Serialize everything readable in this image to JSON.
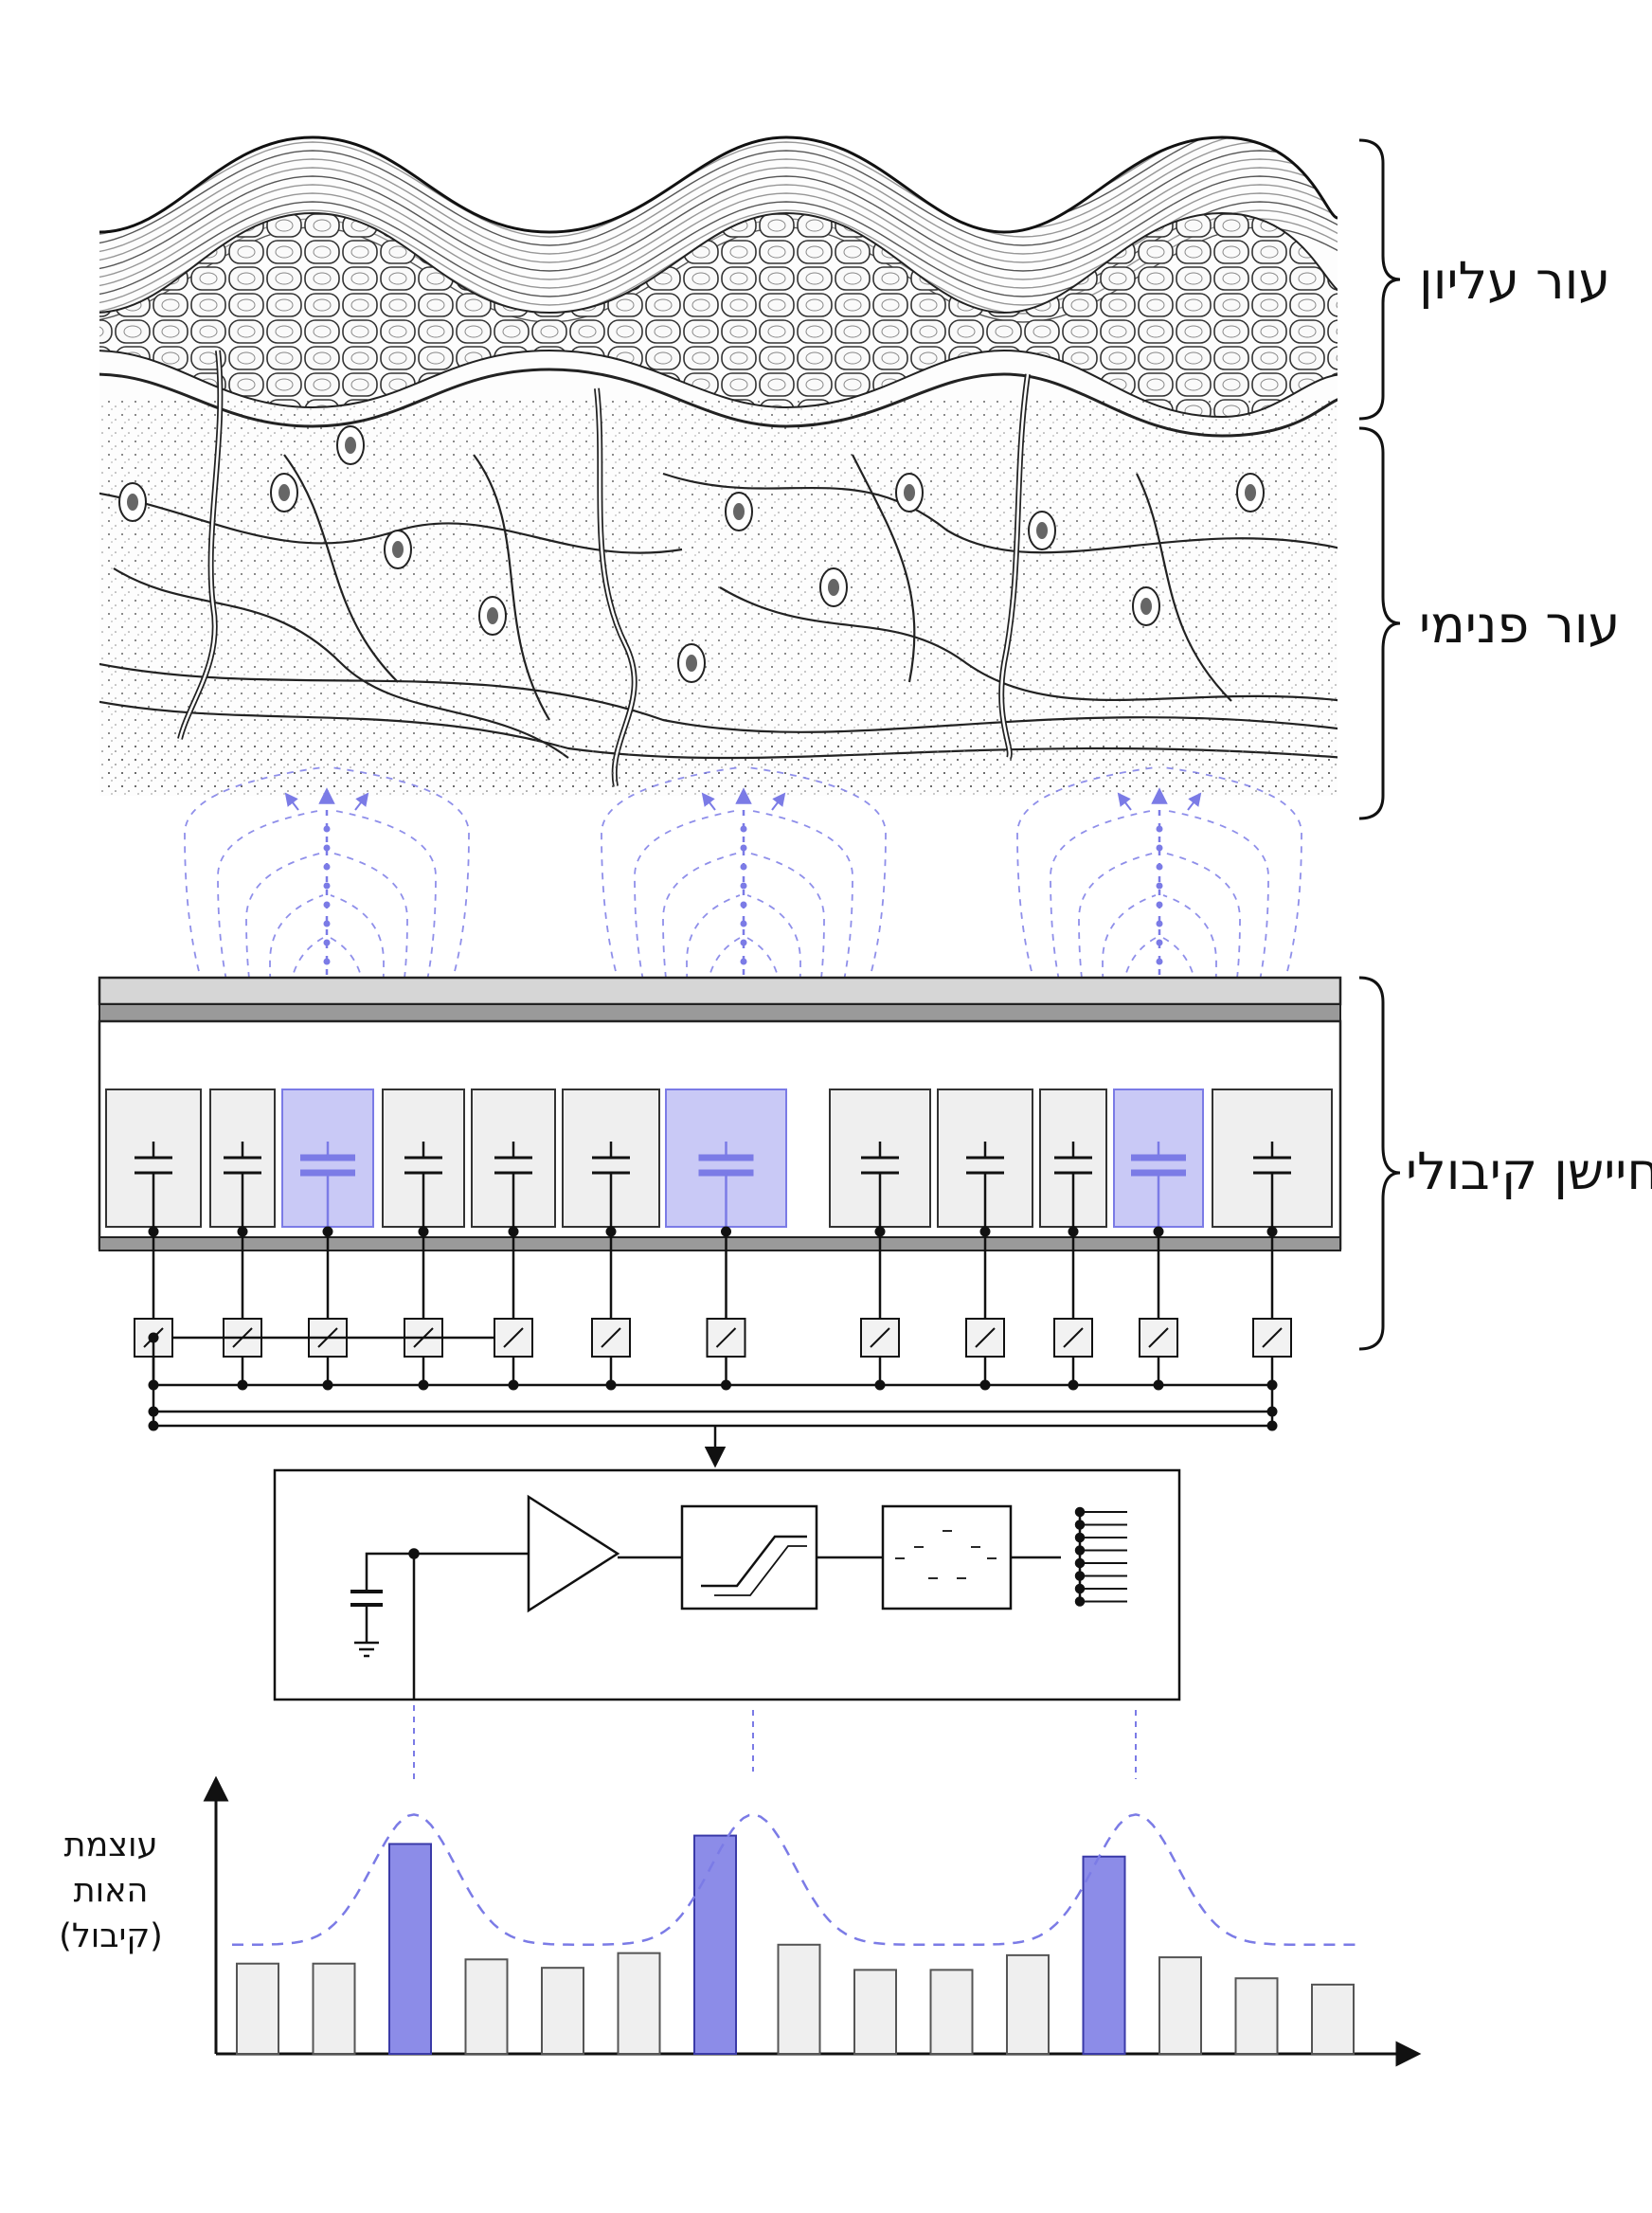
{
  "labels": {
    "epidermis": "עור עליון",
    "dermis": "עור פנימי",
    "sensor": "חיישן קיבולי",
    "signal_l1": "עוצמת",
    "signal_l2": "האות",
    "signal_l3": "(קיבול)"
  },
  "colors": {
    "accent": "#7b7be6",
    "accent_fill": "#c9c9f6",
    "bar_highlight": "#8c8ce8",
    "bar_normal": "#efefef",
    "ink": "#1a1a1a"
  },
  "sensor_cells": [
    {
      "active": false
    },
    {
      "active": false
    },
    {
      "active": true
    },
    {
      "active": false
    },
    {
      "active": false
    },
    {
      "active": false
    },
    {
      "active": true
    },
    {
      "active": false
    },
    {
      "active": false
    },
    {
      "active": false
    },
    {
      "active": true
    },
    {
      "active": false
    }
  ],
  "chart_data": {
    "type": "bar",
    "ylabel": "עוצמת האות (קיבול)",
    "xlabel": "",
    "values": [
      0.43,
      0.43,
      1.0,
      0.45,
      0.41,
      0.48,
      1.04,
      0.52,
      0.4,
      0.4,
      0.47,
      0.94,
      0.46,
      0.36,
      0.33
    ],
    "highlighted": [
      2,
      6,
      11
    ],
    "envelope": "dashed",
    "ylim": [
      0,
      1.3
    ]
  }
}
